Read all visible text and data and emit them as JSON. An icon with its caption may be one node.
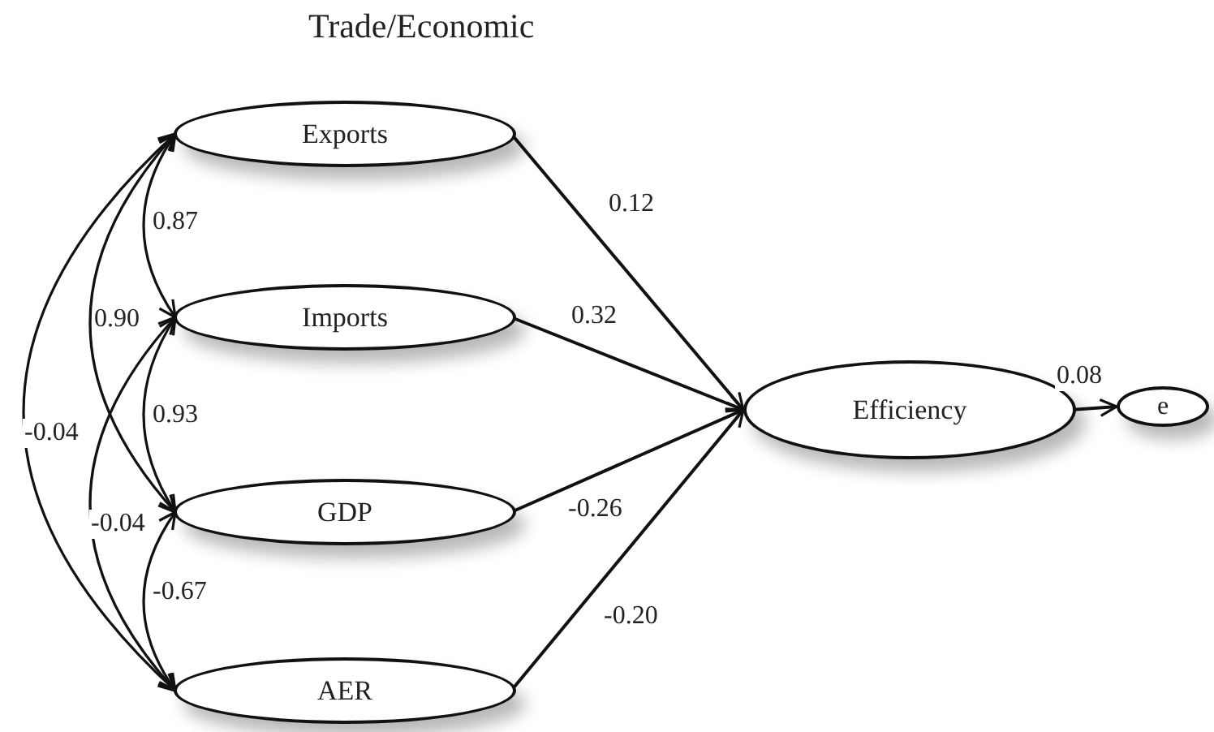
{
  "diagram": {
    "title": "Trade/Economic",
    "nodes": [
      {
        "text": [
          "Exports"
        ]
      },
      {
        "text": [
          "Imports"
        ]
      },
      {
        "text": [
          "GDP"
        ]
      },
      {
        "text": [
          "AER"
        ]
      },
      {
        "text": [
          "Efficiency"
        ]
      },
      {
        "text": [
          "e"
        ]
      }
    ],
    "edges": [
      {
        "from": 0,
        "to": 1,
        "arrow": "both",
        "label": "0.87"
      },
      {
        "from": 0,
        "to": 2,
        "arrow": "both",
        "label": "0.90"
      },
      {
        "from": 0,
        "to": 3,
        "arrow": "both",
        "label": "-0.04"
      },
      {
        "from": 1,
        "to": 2,
        "arrow": "both",
        "label": "0.93"
      },
      {
        "from": 1,
        "to": 3,
        "arrow": "both",
        "label": "-0.04"
      },
      {
        "from": 2,
        "to": 3,
        "arrow": "both",
        "label": "-0.67"
      },
      {
        "from": 0,
        "to": 4,
        "arrow": "to",
        "label": "0.12"
      },
      {
        "from": 1,
        "to": 4,
        "arrow": "to",
        "label": "0.32"
      },
      {
        "from": 2,
        "to": 4,
        "arrow": "to",
        "label": "-0.26"
      },
      {
        "from": 3,
        "to": 4,
        "arrow": "to",
        "label": "-0.20"
      },
      {
        "from": 4,
        "to": 5,
        "arrow": "to",
        "label": "0.08"
      }
    ]
  }
}
